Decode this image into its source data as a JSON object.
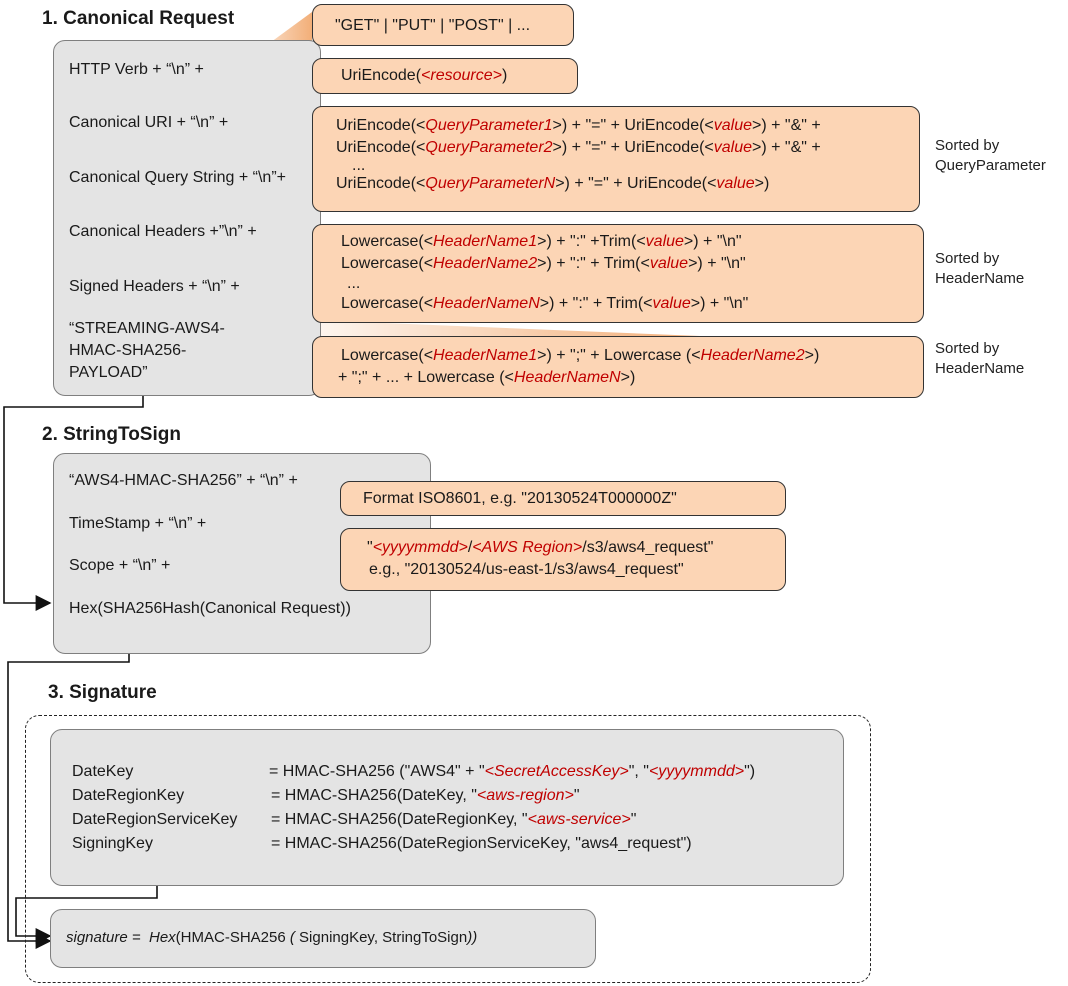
{
  "section1": {
    "title": "1. Canonical Request",
    "items": [
      "HTTP Verb + “\\n” +",
      "Canonical URI + “\\n” +",
      "Canonical Query String + “\\n”+",
      "Canonical Headers +”\\n” +",
      "Signed Headers + “\\n” +"
    ],
    "payload_lines": [
      "“STREAMING-AWS4-",
      "HMAC-SHA256-",
      "PAYLOAD”"
    ]
  },
  "verbs": "\"GET\" | \"PUT\" | \"POST\" | ...",
  "uri": {
    "pre": "UriEncode(",
    "var": "<resource>",
    "post": ")"
  },
  "query": {
    "l1": {
      "a": "UriEncode(<",
      "v": "QueryParameter1",
      "b": ">) + \"=\" + UriEncode(<",
      "w": "value",
      "c": ">) + \"&\" +"
    },
    "l2": {
      "a": "UriEncode(<",
      "v": "QueryParameter2",
      "b": ">) + \"=\" + UriEncode(<",
      "w": "value",
      "c": ">) + \"&\" +"
    },
    "dots": "...",
    "l3": {
      "a": "UriEncode(<",
      "v": "QueryParameterN",
      "b": ">) + \"=\" + UriEncode(<",
      "w": "value",
      "c": ">)"
    }
  },
  "headers": {
    "l1": {
      "a": "Lowercase(<",
      "v": "HeaderName1",
      "b": ">) + \":\" +Trim(<",
      "w": "value",
      "c": ">) + \"\\n\""
    },
    "l2": {
      "a": "Lowercase(<",
      "v": "HeaderName2",
      "b": ">) + \":\" + Trim(<",
      "w": "value",
      "c": ">) + \"\\n\""
    },
    "dots": "...",
    "l3": {
      "a": "Lowercase(<",
      "v": "HeaderNameN",
      "b": ">) + \":\" + Trim(<",
      "w": "value",
      "c": ">) + \"\\n\""
    }
  },
  "signed": {
    "l1": {
      "a": "Lowercase(<",
      "v": "HeaderName1",
      "b": ">) + \";\" + Lowercase (<",
      "w": "HeaderName2",
      "c": ">)"
    },
    "l2": {
      "a": "+ \";\" + ... + Lowercase (<",
      "v": "HeaderNameN",
      "b": ">)"
    }
  },
  "notes": {
    "query": [
      "Sorted by",
      "QueryParameter"
    ],
    "headers": [
      "Sorted by",
      "HeaderName"
    ],
    "signed": [
      "Sorted by",
      "HeaderName"
    ]
  },
  "section2": {
    "title": "2. StringToSign",
    "items": [
      "“AWS4-HMAC-SHA256” + “\\n” +",
      "TimeStamp + “\\n” +",
      "Scope + “\\n” +",
      "Hex(SHA256Hash(Canonical Request))"
    ]
  },
  "timestamp_box": "Format ISO8601,  e.g. \"20130524T000000Z\"",
  "scope_box": {
    "q1": "\"",
    "v1": "<yyyymmdd>",
    "s1": "/",
    "v2": "<AWS Region>",
    "s2": "/s3/aws4_request\"",
    "l2": "e.g., \"20130524/us-east-1/s3/aws4_request\""
  },
  "section3": {
    "title": "3. Signature",
    "keys": [
      "DateKey",
      "DateRegionKey",
      "DateRegionServiceKey",
      "SigningKey"
    ],
    "v1": {
      "a": "= HMAC-SHA256 (\"AWS4\" + \"",
      "r": "<SecretAccessKey>",
      "b": "\", \"",
      "r2": "<yyyymmdd>",
      "c": "\")"
    },
    "v2": {
      "a": "= HMAC-SHA256(DateKey, \"",
      "r": "<aws-region>",
      "b": "\""
    },
    "v3": {
      "a": "= HMAC-SHA256(DateRegionKey, \"",
      "r": "<aws-service>",
      "b": "\""
    },
    "v4": {
      "a": "= HMAC-SHA256(DateRegionServiceKey, \"aws4_request\")"
    },
    "sig": {
      "a": "signature =",
      "b": "Hex",
      "c": "(HMAC-SHA256 ",
      "d": "( ",
      "e": "SigningKey, StringToSign",
      "f": "))"
    }
  },
  "colors": {
    "callout": "#fcd5b5",
    "panel": "#e4e4e4",
    "variable": "#c00000",
    "wedge": "#f0a060"
  }
}
